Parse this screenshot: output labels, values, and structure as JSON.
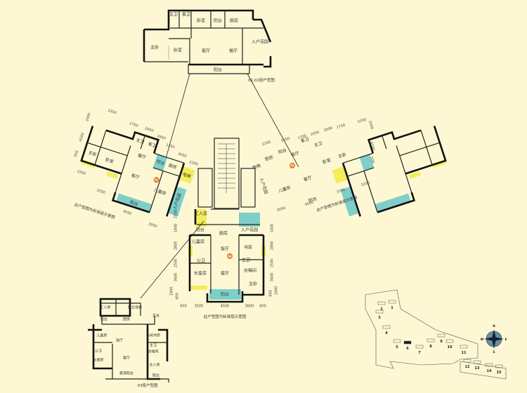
{
  "plan_0102_top": {
    "rooms": [
      "主卫",
      "客卫",
      "卧室",
      "阳台",
      "厨房",
      "主卧",
      "卧室",
      "客厅",
      "餐厅",
      "入户花园",
      "阳台"
    ],
    "caption": "01,02座户型图"
  },
  "wing_left": {
    "rooms": [
      "主卧",
      "卧室",
      "主卫",
      "客卫",
      "餐厅",
      "阳台",
      "厨房",
      "电梯",
      "客厅",
      "儿童房",
      "阳台",
      "入户花园"
    ],
    "badge": "01",
    "dims": [
      "3350",
      "1750",
      "2600",
      "2650",
      "1350",
      "3050",
      "2200",
      "2400",
      "4500",
      "500",
      "3350",
      "3350",
      "4050",
      "3050"
    ],
    "caption": "此户型图为标准层示意图"
  },
  "wing_right": {
    "rooms": [
      "主卧",
      "卧室",
      "主卫",
      "客卫",
      "餐厅",
      "阳台",
      "厨房",
      "电梯",
      "客厅",
      "儿童房",
      "阳台",
      "入户花园"
    ],
    "badge": "02",
    "dims": [
      "3350",
      "1750",
      "2600",
      "2650",
      "1350",
      "3050",
      "2200",
      "2400",
      "4500",
      "500",
      "3350",
      "3350",
      "4050",
      "3050"
    ],
    "caption": "此户型图为标准层示意图"
  },
  "plan_03_center": {
    "rooms": [
      "工人房",
      "阳台",
      "厨房",
      "入户花园",
      "儿童房",
      "饭厅",
      "书房",
      "公卫",
      "主卫",
      "长辈房",
      "客厅",
      "衣帽间",
      "主卧",
      "阳台"
    ],
    "badge": "03",
    "dims_left": [
      "2500",
      "1400",
      "2800",
      "1500",
      "3600",
      "1000",
      "600"
    ],
    "dims_right": [
      "1400",
      "2800",
      "1500",
      "3600",
      "600",
      "1000"
    ],
    "dims_bottom": [
      "600",
      "3500",
      "4500",
      "3600",
      "600"
    ],
    "caption": "此户型图为标准层示意图"
  },
  "plan_03_inset": {
    "rooms": [
      "工人房",
      "独立电梯",
      "阳台",
      "厨房",
      "玄关",
      "儿童房",
      "饭厅",
      "休闲书房",
      "公卫",
      "主卫",
      "衣帽间",
      "长辈房",
      "客厅",
      "主人房",
      "景观阳台",
      "阳台"
    ],
    "caption": "03座户型图"
  },
  "site_map": {
    "buildings": [
      "1",
      "2",
      "3",
      "4",
      "5",
      "6",
      "7",
      "8",
      "9",
      "10",
      "11",
      "12",
      "13",
      "14",
      "15"
    ],
    "compass": [
      "N",
      "S",
      "W",
      "E"
    ]
  },
  "colors": {
    "background": "#fdf8d3",
    "garden": "#7ecfc9",
    "utility": "#f4ec5a",
    "badge": "#e8782a"
  }
}
